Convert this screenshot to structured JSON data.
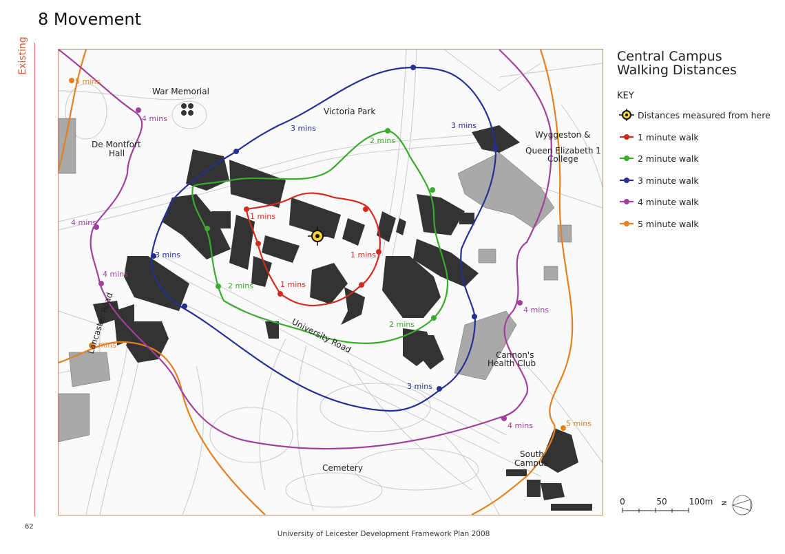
{
  "page": {
    "title": "8 Movement",
    "side_label": "Existing",
    "page_number": "62",
    "footer": "University of Leicester Development Framework Plan 2008"
  },
  "panel": {
    "title_line1": "Central Campus",
    "title_line2": "Walking Distances",
    "key_title": "KEY",
    "key_items": [
      {
        "label": "Distances measured from here",
        "symbol": "crosshair-icon",
        "color": "#111111"
      },
      {
        "label": "1 minute walk",
        "symbol": "dash-dot",
        "color": "#d42a1e"
      },
      {
        "label": "2 minute walk",
        "symbol": "dash-dot",
        "color": "#3aab2c"
      },
      {
        "label": "3 minute walk",
        "symbol": "dash-dot",
        "color": "#262f94"
      },
      {
        "label": "4 minute walk",
        "symbol": "dash-dot",
        "color": "#a13f9d"
      },
      {
        "label": "5 minute walk",
        "symbol": "dash-dot",
        "color": "#e4801f"
      }
    ],
    "scale": {
      "ticks": [
        "0",
        "50",
        "100m"
      ],
      "north_label": "N"
    }
  },
  "map": {
    "place_labels": {
      "war_memorial": "War Memorial",
      "victoria_park": "Victoria Park",
      "de_montfort_1": "De Montfort",
      "de_montfort_2": "Hall",
      "wyggeston_1": "Wyggeston &",
      "wyggeston_2": "Queen Elizabeth 1",
      "wyggeston_3": "College",
      "lancaster_road": "Lancaster Road",
      "university_road": "University Road",
      "cannons_1": "Cannon's",
      "cannons_2": "Health Club",
      "south_campus_1": "South",
      "south_campus_2": "Campus",
      "cemetery": "Cemetery"
    },
    "contour_labels": {
      "m1": "1 mins",
      "m2": "2 mins",
      "m3": "3 mins",
      "m4": "4 mins",
      "m5": "5 mins"
    },
    "colors": {
      "min1": "#d42a1e",
      "min2": "#3aab2c",
      "min3": "#262f94",
      "min4": "#a13f9d",
      "min5": "#e4801f",
      "building": "#333333",
      "building_grey": "#a9a9a9"
    }
  }
}
